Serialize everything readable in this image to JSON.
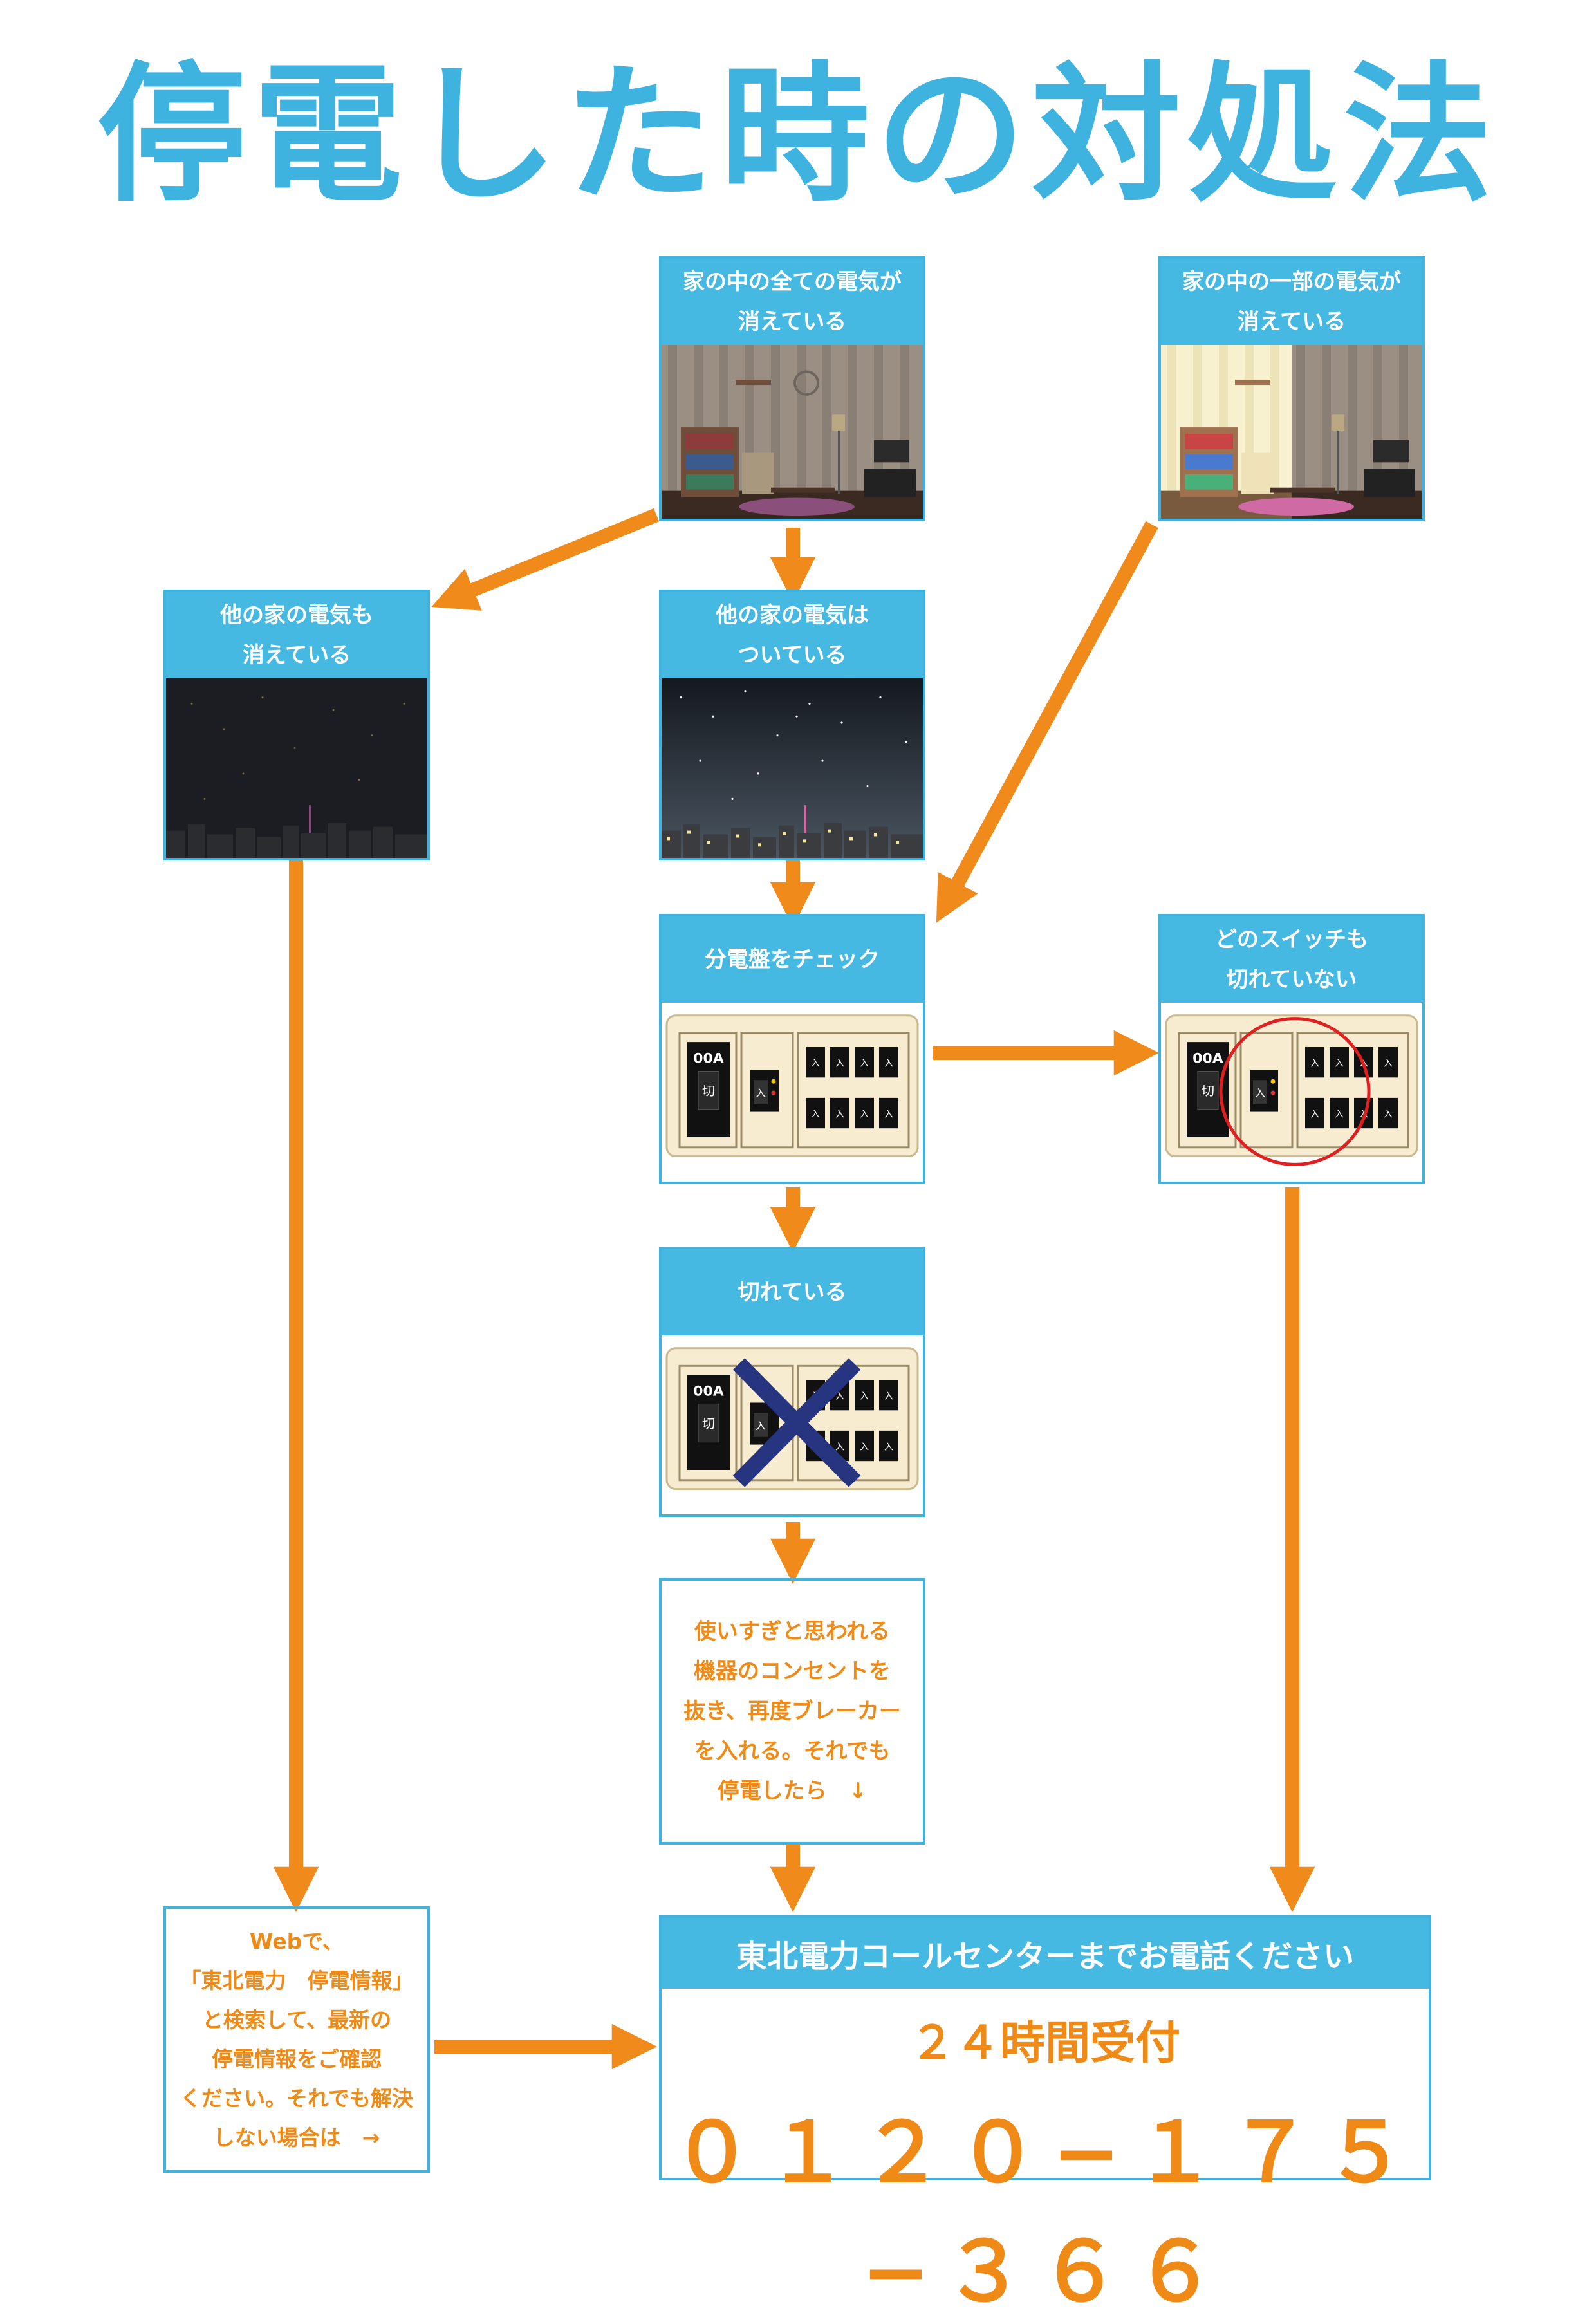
{
  "title": "停電した時の対処法",
  "colors": {
    "accent_blue": "#46b9e2",
    "arrow_orange": "#ef8a1b",
    "text_orange": "#f08a17",
    "cross_navy": "#27347f",
    "circle_red": "#e02020"
  },
  "cards": {
    "all_off": {
      "header": "家の中の全ての電気が\n消えている",
      "image": "dark-room-illustration"
    },
    "partial_off": {
      "header": "家の中の一部の電気が\n消えている",
      "image": "half-lit-room-illustration"
    },
    "neighbors_off": {
      "header": "他の家の電気も\n消えている",
      "image": "dark-city-night-illustration"
    },
    "neighbors_on": {
      "header": "他の家の電気は\nついている",
      "image": "lit-city-night-illustration"
    },
    "check_panel": {
      "header": "分電盤をチェック",
      "image": "breaker-panel-illustration"
    },
    "no_switch_off": {
      "header": "どのスイッチも\n切れていない",
      "image": "breaker-panel-circled-illustration"
    },
    "tripped": {
      "header": "切れている",
      "image": "breaker-panel-crossed-illustration"
    }
  },
  "panel": {
    "amp": "00A",
    "main_label": "切",
    "breaker_label": "入"
  },
  "steps": {
    "unplug": "使いすぎと思われる\n機器のコンセントを\n抜き、再度ブレーカー\nを入れる。それでも\n停電したら　↓",
    "web": "Webで、\n「東北電力　停電情報」\nと検索して、最新の\n停電情報をご確認\nください。それでも解決\nしない場合は　→"
  },
  "call_center": {
    "header": "東北電力コールセンターまでお電話ください",
    "hours": "２４時間受付",
    "phone": "０１２０−１７５−３６６"
  }
}
